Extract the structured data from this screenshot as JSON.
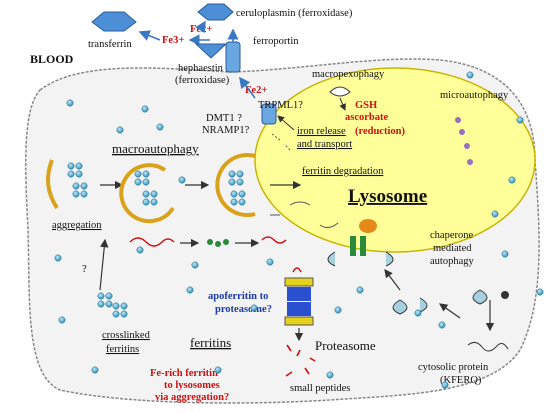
{
  "labels": {
    "ceruloplasmin": "ceruloplasmin (ferroxidase)",
    "fe3": "Fe3+",
    "fe2_top": "Fe2+",
    "transferrin": "transferrin",
    "ferroportin": "ferroportin",
    "blood": "BLOOD",
    "hephaestin_1": "hephaestin",
    "hephaestin_2": "(ferroxidase)",
    "fe2_mid": "Fe2+",
    "macropexophagy": "macropexophagy",
    "trpml1": "TRPML1?",
    "gsh": "GSH",
    "ascorbate": "ascorbate",
    "dmt1": "DMT1 ?",
    "nramp1": "NRAMP1?",
    "iron_release_1": "iron release",
    "reduction": "(reduction)",
    "iron_release_2": "and transport",
    "microautophagy": "microautophagy",
    "macroautophagy": "macroautophagy",
    "ferritin_degradation": "ferritin degradation",
    "lysosome": "Lysosome",
    "aggregation": "aggregation",
    "chaperone_1": "chaperone",
    "chaperone_2": "mediated",
    "chaperone_3": "autophagy",
    "question": "?",
    "apoferritin_1": "apoferritin to",
    "apoferritin_2": "proteasome?",
    "crosslinked_1": "crosslinked",
    "crosslinked_2": "ferritins",
    "ferritins": "ferritins",
    "proteasome": "Proteasome",
    "fe_rich_1": "Fe-rich ferritin",
    "fe_rich_2": "to lysosomes",
    "fe_rich_3": "via aggregation?",
    "cytosolic_1": "cytosolic protein",
    "cytosolic_2": "(KFERQ)",
    "small_peptides": "small peptides"
  },
  "colors": {
    "lysosome_fill": "#ffff9a",
    "cell_border": "#888888",
    "iron_blue": "#4aa3c8",
    "arrow_blue": "#3a78c2",
    "membrane_gold": "#d9a21a",
    "red_text": "#cc1111",
    "blue_text": "#1a3aa8"
  }
}
